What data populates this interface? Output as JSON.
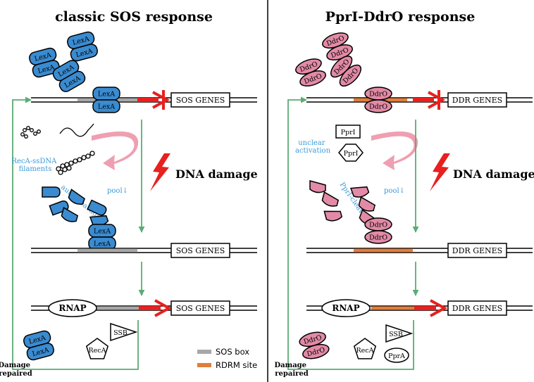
{
  "panels": {
    "left": {
      "title": "classic SOS response",
      "repressor": "LexA",
      "genes": "SOS GENES",
      "damage": "DNA damage",
      "signal": "RecA-ssDNA\nfilaments",
      "cleavage": "auto-cleavage",
      "pool": "pool↓",
      "rnap": "RNAP",
      "protein_a": "RecA",
      "protein_b": "SSB",
      "repaired": "Damage\nrepaired"
    },
    "right": {
      "title": "PprI-DdrO response",
      "repressor": "DdrO",
      "genes": "DDR GENES",
      "damage": "DNA damage",
      "sensor": "PprI",
      "signal": "unclear\nactivation",
      "cleavage": "PprI-cleavage",
      "pool": "pool↓",
      "rnap": "RNAP",
      "protein_a": "RecA",
      "protein_b": "SSB",
      "protein_c": "PprA",
      "repaired": "Damage\nrepaired"
    }
  },
  "legend": {
    "sos_box": "SOS box",
    "rdrm_site": "RDRM site"
  },
  "colors": {
    "lexa_fill": "#3a8bd0",
    "ddro_fill": "#e28aa6",
    "sos_box": "#a8a8a8",
    "rdrm_site": "#e07e3c",
    "arrow_red": "#e8201e",
    "flow_green": "#5aac74",
    "annotation_blue": "#3b9ad8",
    "recycle_pink": "#ef9fb1"
  }
}
